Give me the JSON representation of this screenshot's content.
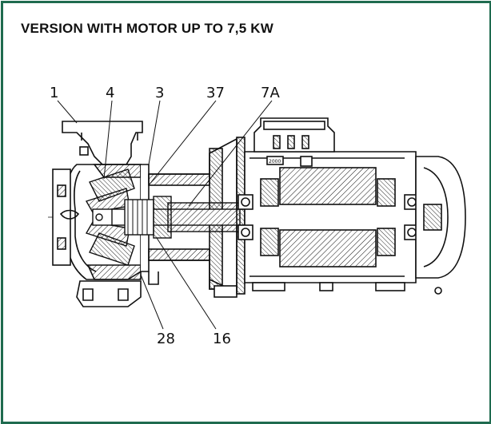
{
  "title": "VERSION WITH MOTOR UP TO 7,5 KW",
  "colors": {
    "frame": "#1f6b4f",
    "ink": "#111111"
  },
  "callouts": {
    "c1": "1",
    "c4": "4",
    "c3": "3",
    "c37": "37",
    "c7a": "7A",
    "c28": "28",
    "c16": "16"
  },
  "motor_label": "2000"
}
